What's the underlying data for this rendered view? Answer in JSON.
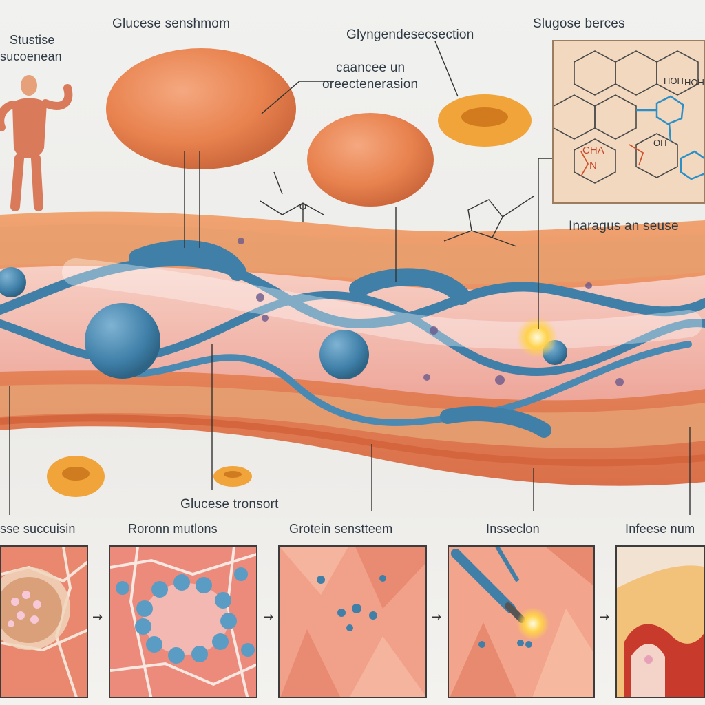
{
  "labels": {
    "top_left_line1": "Stustise",
    "top_left_line2": "sucoenean",
    "glucose_sensor": "Glucese senshmom",
    "glycogen": "Glyngendesecsection",
    "caption_mid_line1": "caancee un",
    "caption_mid_line2": "oreectenerasion",
    "slugose": "Slugose berces",
    "inaragus": "Inaragus an seuse",
    "glucose_transport": "Glucese tronsort",
    "chem_cha": "CHA",
    "chem_n": "N",
    "chem_hoh": "HOH",
    "chem_hoh2": "HOH",
    "chem_oh": "OH"
  },
  "steps": [
    {
      "label": "sse succuisin"
    },
    {
      "label": "Roronn mutlons"
    },
    {
      "label": "Grotein senstteem"
    },
    {
      "label": "Insseclon"
    },
    {
      "label": "Infeese num"
    }
  ],
  "arrows": [
    "→",
    "→",
    "→",
    "→"
  ],
  "colors": {
    "cell": "#e8824e",
    "fiber": "#3f7fa8",
    "tissue": "#e98a5e",
    "tissue_inner": "#f1b3a3",
    "chem_line": "#4a4a4a",
    "chem_blue": "#2b8fc8",
    "chem_red": "#d2542e"
  }
}
